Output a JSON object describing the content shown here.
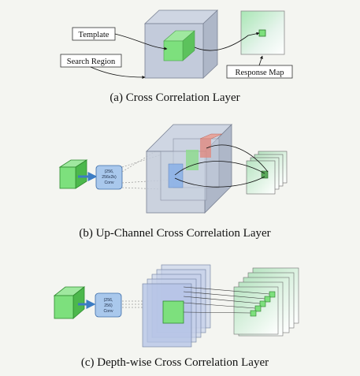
{
  "panel_a": {
    "template_label": "Template",
    "search_label": "Search Region",
    "response_label": "Response Map",
    "caption": "(a)  Cross Correlation Layer"
  },
  "panel_b": {
    "conv_lines": [
      "(256,",
      "256x2k)",
      "Conv"
    ],
    "caption": "(b)  Up-Channel Cross Correlation Layer"
  },
  "panel_c": {
    "conv_lines": [
      "(256,",
      "256)",
      "Conv"
    ],
    "caption": "(c)  Depth-wise Cross Correlation Layer"
  },
  "colors": {
    "background": "#f4f5f1",
    "green": "#7de07d",
    "blue_block": "#9fc0e6",
    "conv_box": "#a9c8ec",
    "arrow_blue": "#3c7dc4",
    "red": "#e08a80"
  }
}
